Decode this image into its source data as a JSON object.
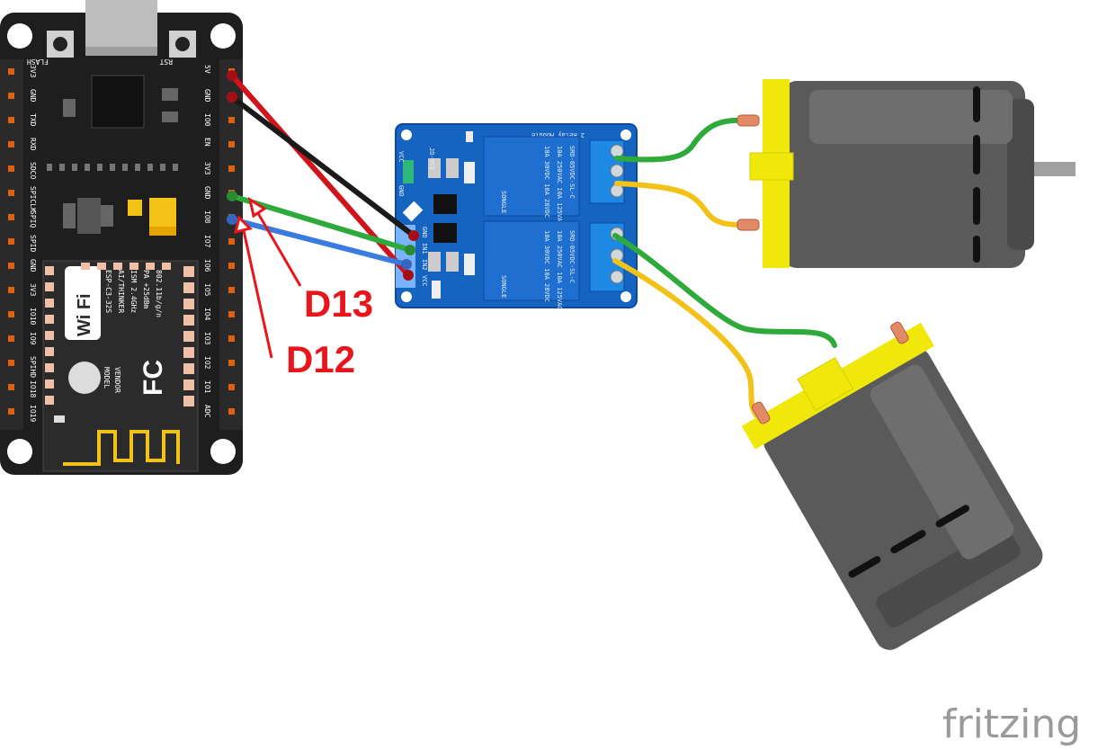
{
  "board": {
    "btn_left": "FLASH",
    "btn_right": "RST",
    "left_pins": [
      "3V3",
      "GND",
      "TXD",
      "RXD",
      "SDCO",
      "SPICLK",
      "SPIQ",
      "SPID",
      "GND",
      "3V3",
      "IO10",
      "IO9",
      "SPIHD",
      "IO18",
      "IO19"
    ],
    "right_pins": [
      "5V",
      "GND",
      "IO0",
      "EN",
      "3V3",
      "GND",
      "IO8",
      "IO7",
      "IO6",
      "IO5",
      "IO4",
      "IO3",
      "IO2",
      "IO1",
      "ADC"
    ],
    "module_lines": [
      "ESP-C3-32S",
      "AI/THINKER",
      "ISM 2.4GHz",
      "PA +25dBm",
      "802.11b/g/n"
    ],
    "module_side": [
      "MODEL",
      "VENDOR"
    ],
    "wifi_text": "Wi Fi",
    "fc_text": "FC"
  },
  "relay": {
    "title": "2 Relay Module",
    "relay_lines": [
      "SRD-05VDC-SL-C",
      "10A 250VAC  10A 125VAC",
      "10A 30VDC  10A 28VDC"
    ],
    "relay_brand": "SONGLE",
    "pins": [
      "GND",
      "IN1",
      "IN2",
      "VCC"
    ],
    "jd": "JD-VCC",
    "vcc": "VCC",
    "gnd": "GND"
  },
  "annotations": {
    "d13": "D13",
    "d12": "D12"
  },
  "brand": {
    "text": "fritzing"
  },
  "colors": {
    "board": "#1e1e1e",
    "relay_pcb": "#1565c0",
    "relay_block": "#1f6fd0",
    "wire_red": "#d0141c",
    "wire_black": "#1a1a1a",
    "wire_green": "#2eaa3a",
    "wire_blue": "#3a7be0",
    "wire_yellow": "#f2c218",
    "motor_body": "#5a5a5a",
    "motor_cap": "#f0e80a",
    "annotation": "#e8161b"
  }
}
